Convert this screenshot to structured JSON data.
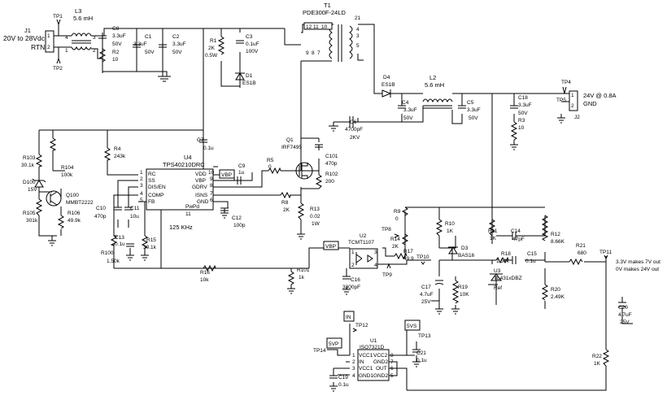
{
  "input": {
    "label_top": "20V to 28Vdc",
    "label_bottom": "RTN",
    "connector": "J1",
    "pins": [
      "1",
      "2"
    ]
  },
  "output_24v": {
    "label_top": "24V @ 0.8A",
    "label_bottom": "GND",
    "connector": "J2",
    "pins": [
      "1",
      "2"
    ]
  },
  "control_note": {
    "line1": "3.3V makes 7V out",
    "line2": "0V makes 24V out"
  },
  "freq_note": "125 KHz",
  "test_points": {
    "tp1": "TP1",
    "tp2": "TP2",
    "tp4": "TP4",
    "tp5": "TP5",
    "tp8": "TP8",
    "tp9": "TP9",
    "tp10": "TP10",
    "tp11": "TP11",
    "tp12": "TP12",
    "tp13": "TP13",
    "tp14": "TP14"
  },
  "nets": {
    "vbp": "VBP",
    "in": "IN",
    "v5vs": "5VS",
    "v5vp": "5VP"
  },
  "inductors": {
    "l3": {
      "ref": "L3",
      "value": "5.6 mH",
      "pins": [
        "4",
        "3",
        "1",
        "2"
      ]
    },
    "l2": {
      "ref": "L2",
      "value": "5.6 mH"
    }
  },
  "transformer": {
    "ref": "T1",
    "part": "PDE300F-24LD",
    "pins_primary": [
      "12",
      "11",
      "10",
      "9",
      "8",
      "7"
    ],
    "pins_secondary": [
      "21",
      "4",
      "3",
      "5"
    ]
  },
  "ic_u4": {
    "ref": "U4",
    "part": "TPS40210DRC",
    "pins_left": [
      {
        "num": "1",
        "name": "RC"
      },
      {
        "num": "2",
        "name": "SS"
      },
      {
        "num": "3",
        "name": "DIS/EN"
      },
      {
        "num": "4",
        "name": "COMP"
      },
      {
        "num": "5",
        "name": "FB"
      }
    ],
    "pins_right": [
      {
        "num": "10",
        "name": "VDD"
      },
      {
        "num": "9",
        "name": "VBP"
      },
      {
        "num": "8",
        "name": "GDRV"
      },
      {
        "num": "7",
        "name": "ISNS"
      },
      {
        "num": "6",
        "name": "GND"
      }
    ],
    "pad": "PwPd",
    "pad_num": "11"
  },
  "ic_u2": {
    "ref": "U2",
    "part": "TCMT1107",
    "pins": [
      "1",
      "2",
      "3",
      "4"
    ]
  },
  "ic_u3": {
    "ref": "U3",
    "part": "TL431xDBZ",
    "pin_ref": "Ref"
  },
  "ic_u1": {
    "ref": "U1",
    "part": "ISO7321D",
    "pins_left": [
      {
        "num": "1",
        "name": "VCC1"
      },
      {
        "num": "2",
        "name": "IN"
      },
      {
        "num": "3",
        "name": "VCC1"
      },
      {
        "num": "4",
        "name": "GND1"
      }
    ],
    "pins_right": [
      {
        "num": "8",
        "name": "VCC2"
      },
      {
        "num": "7",
        "name": "GND2"
      },
      {
        "num": "6",
        "name": "OUT"
      },
      {
        "num": "5",
        "name": "GND2"
      }
    ]
  },
  "transistors": {
    "q1": {
      "ref": "Q1",
      "part": "IRF7495"
    },
    "q100": {
      "ref": "Q100",
      "part": "MMBT2222"
    }
  },
  "diodes": {
    "d1": {
      "ref": "D1",
      "part": "ES1B"
    },
    "d4": {
      "ref": "D4",
      "part": "ES1B"
    },
    "d3": {
      "ref": "D3",
      "part": "BAS16"
    },
    "d100": {
      "ref": "D100",
      "part": "15V"
    }
  },
  "capacitors": {
    "c8": {
      "ref": "C8",
      "v1": "3.3uF",
      "v2": "50V"
    },
    "c1": {
      "ref": "C1",
      "v1": "3.3uF",
      "v2": "50V"
    },
    "c2": {
      "ref": "C2",
      "v1": "3.3uF",
      "v2": "50V"
    },
    "c3": {
      "ref": "C3",
      "v1": "0.1uF",
      "v2": "100V"
    },
    "c4": {
      "ref": "C4",
      "v1": "3.3uF",
      "v2": "50V"
    },
    "c5": {
      "ref": "C5",
      "v1": "3.3uF",
      "v2": "50V"
    },
    "c6": {
      "ref": "C6",
      "v1": "4700pF",
      "v2": "2KV"
    },
    "c18": {
      "ref": "C18",
      "v1": "3.3uF",
      "v2": "50V"
    },
    "c7": {
      "ref": "C7",
      "v1": "0.1u"
    },
    "c9": {
      "ref": "C9",
      "v1": "1u"
    },
    "c101": {
      "ref": "C101",
      "v1": "470p"
    },
    "c10": {
      "ref": "C10",
      "v1": "470p"
    },
    "c11": {
      "ref": "C11",
      "v1": "10u"
    },
    "c12": {
      "ref": "C12",
      "v1": "100p"
    },
    "c13": {
      "ref": "C13",
      "v1": "0.1u"
    },
    "c16": {
      "ref": "C16",
      "v1": "3300pF"
    },
    "c14": {
      "ref": "C14",
      "v1": "47pF"
    },
    "c15": {
      "ref": "C15",
      "v1": "0.1u"
    },
    "c17": {
      "ref": "C17",
      "v1": "4.7uF",
      "v2": "25V"
    },
    "c20": {
      "ref": "C20",
      "v1": "4.7uF",
      "v2": "25V"
    },
    "c21": {
      "ref": "C21",
      "v1": "0.1u"
    },
    "c19": {
      "ref": "C19",
      "v1": "0.1u"
    }
  },
  "resistors": {
    "r2": {
      "ref": "R2",
      "v1": "10"
    },
    "r1": {
      "ref": "R1",
      "v1": "2K",
      "v2": "0.5W"
    },
    "r3": {
      "ref": "R3",
      "v1": "10"
    },
    "r103": {
      "ref": "R103",
      "v1": "30.1k"
    },
    "r104": {
      "ref": "R104",
      "v1": "100k"
    },
    "r105": {
      "ref": "R105",
      "v1": "301k"
    },
    "r106": {
      "ref": "R106",
      "v1": "49.9k"
    },
    "r4": {
      "ref": "R4",
      "v1": "243k"
    },
    "r5": {
      "ref": "R5",
      "v1": "0"
    },
    "r102": {
      "ref": "R102",
      "v1": "200"
    },
    "r8": {
      "ref": "R8",
      "v1": "2K"
    },
    "r13": {
      "ref": "R13",
      "v1": "0.02",
      "v2": "1W"
    },
    "r15": {
      "ref": "R15",
      "v1": "30.1k"
    },
    "r100": {
      "ref": "R100",
      "v1": "1.50k"
    },
    "r16": {
      "ref": "R16",
      "v1": "10k"
    },
    "r101": {
      "ref": "R101",
      "v1": "1k"
    },
    "r9": {
      "ref": "R9",
      "v1": "0"
    },
    "r14": {
      "ref": "R14",
      "v1": "2K"
    },
    "r17": {
      "ref": "R17",
      "v1": "49.9"
    },
    "r10": {
      "ref": "R10",
      "v1": "1K"
    },
    "r11": {
      "ref": "R11",
      "v1": "1K"
    },
    "r12": {
      "ref": "R12",
      "v1": "8.66K"
    },
    "r18": {
      "ref": "R18",
      "v1": "1.50k"
    },
    "r19": {
      "ref": "R19",
      "v1": "10K"
    },
    "r20": {
      "ref": "R20",
      "v1": "2.49K"
    },
    "r21": {
      "ref": "R21",
      "v1": "680"
    },
    "r22": {
      "ref": "R22",
      "v1": "1K"
    }
  }
}
